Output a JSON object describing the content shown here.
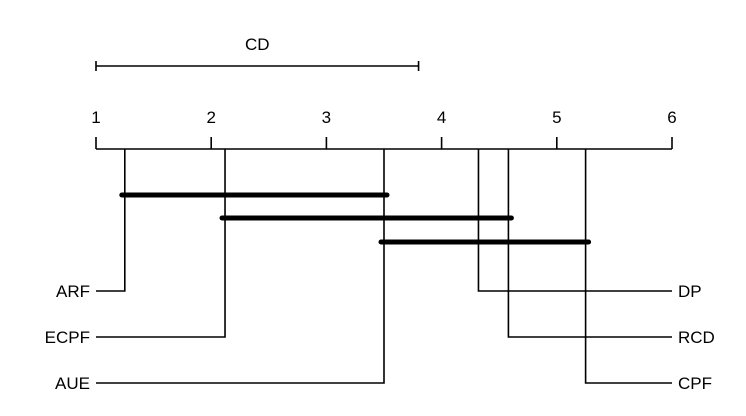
{
  "chart_data": {
    "type": "critical-difference-diagram",
    "title": "",
    "xlabel": "",
    "ylabel": "",
    "xlim": [
      1,
      6
    ],
    "ticks": [
      "1",
      "2",
      "3",
      "4",
      "5",
      "6"
    ],
    "cd": {
      "label": "CD",
      "value": 2.8
    },
    "methods": [
      {
        "name": "ARF",
        "rank": 1.25,
        "side": "left"
      },
      {
        "name": "ECPF",
        "rank": 2.12,
        "side": "left"
      },
      {
        "name": "AUE",
        "rank": 3.5,
        "side": "left"
      },
      {
        "name": "DP",
        "rank": 4.32,
        "side": "right"
      },
      {
        "name": "RCD",
        "rank": 4.58,
        "side": "right"
      },
      {
        "name": "CPF",
        "rank": 5.25,
        "side": "right"
      }
    ],
    "cliques": [
      {
        "from": 1.25,
        "to": 3.5
      },
      {
        "from": 2.12,
        "to": 4.58
      },
      {
        "from": 3.5,
        "to": 5.25
      }
    ]
  }
}
